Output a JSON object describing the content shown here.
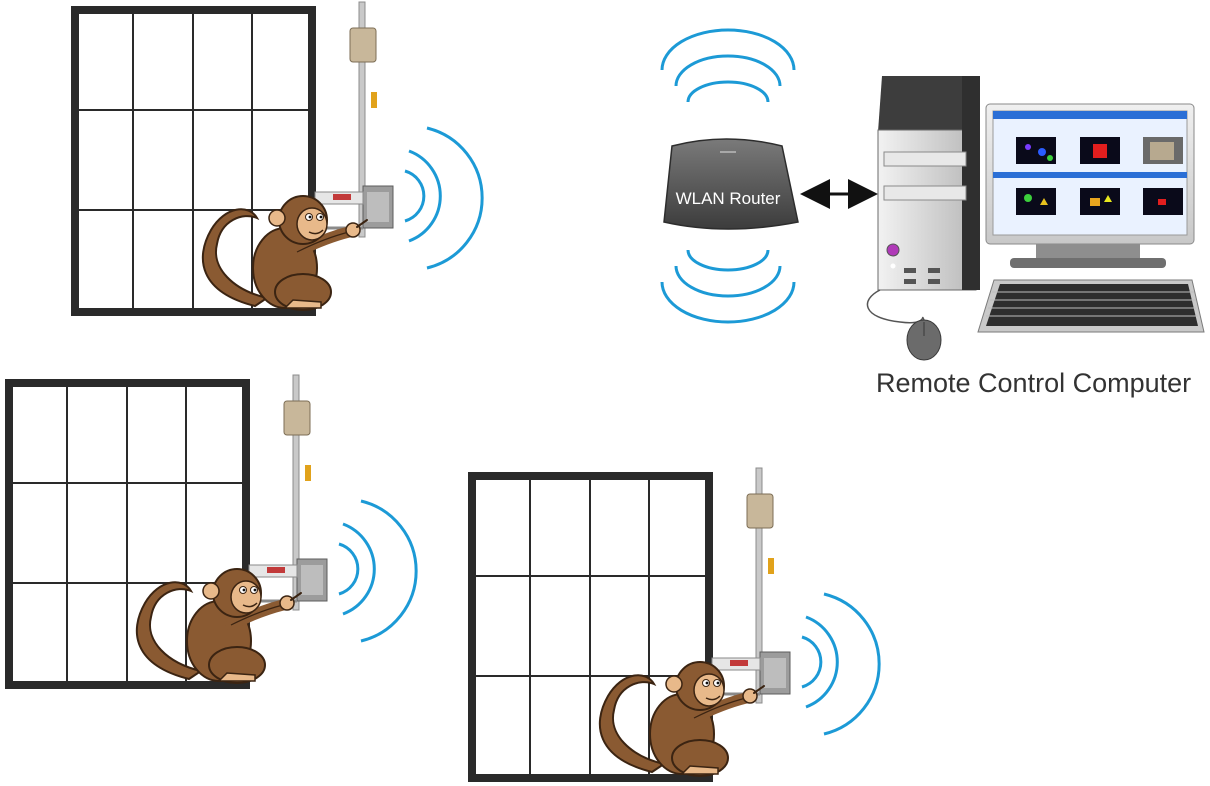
{
  "router": {
    "label": "WLAN Router"
  },
  "computer": {
    "caption": "Remote Control Computer"
  },
  "colors": {
    "cage_frame": "#2a2a2a",
    "wifi_wave": "#1c9ad6",
    "monkey_fur": "#8a5a32",
    "monkey_skin": "#e8b98a",
    "router_body": "#5a5a5a",
    "tower_body": "#d8d8d8",
    "screen_bg": "#2b6fd6"
  },
  "stations": [
    {
      "name": "cage-station-1"
    },
    {
      "name": "cage-station-2"
    },
    {
      "name": "cage-station-3"
    }
  ]
}
